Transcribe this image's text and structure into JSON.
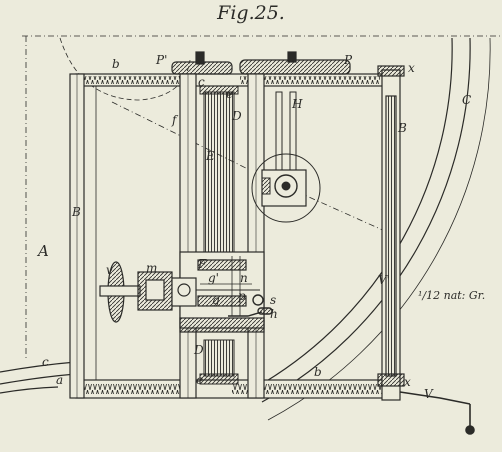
{
  "figure": {
    "title": "Fig.25.",
    "scale_note": "¹/12 nat: Gr."
  },
  "labels": {
    "A": "A",
    "B_left": "B",
    "B_right": "B",
    "b_top": "b",
    "b_bottom": "b",
    "C": "C",
    "c_top": "c",
    "c_left": "c",
    "a": "a",
    "P_prime": "P'",
    "P": "P",
    "x_top": "x",
    "x_bottom": "x",
    "D_top": "D",
    "D_bottom": "D",
    "E": "E",
    "e_top": "e",
    "e_bottom": "e",
    "f": "f",
    "H": "H",
    "F": "F",
    "v": "v",
    "m": "m",
    "g_prime": "g'",
    "g": "g",
    "n": "n",
    "p": "p",
    "s": "s",
    "h": "h",
    "V_prime": "V'",
    "V": "V"
  },
  "colors": {
    "paper": "#ecebdc",
    "ink": "#2b2b28"
  }
}
